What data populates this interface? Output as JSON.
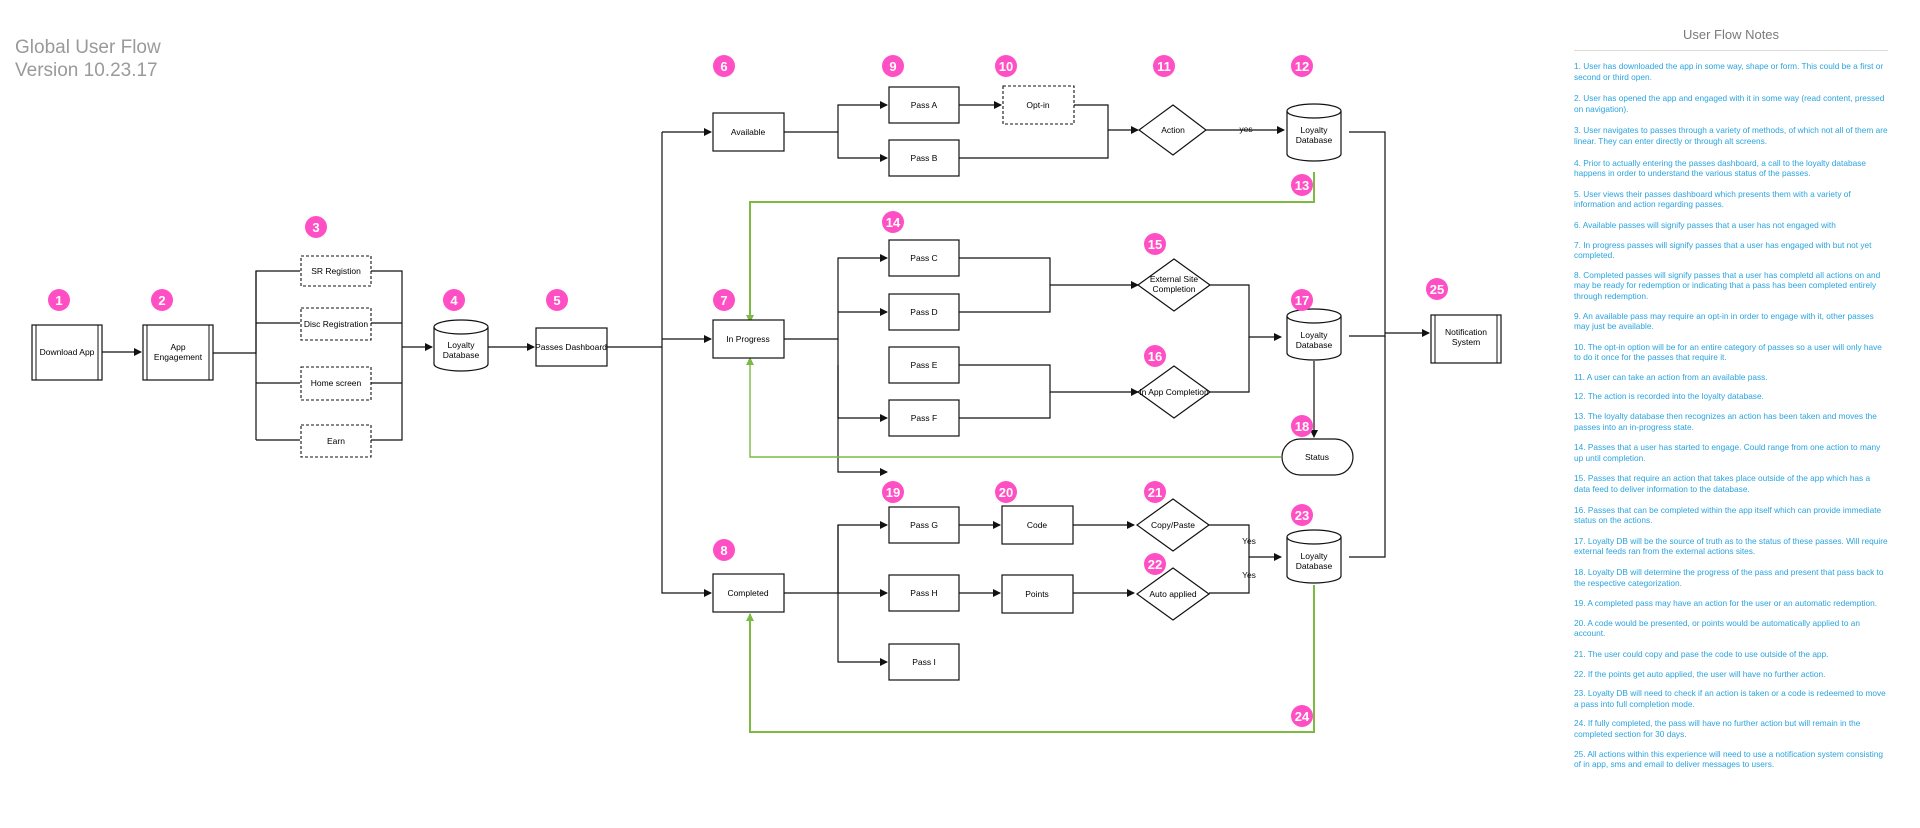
{
  "header": {
    "title": "Global User Flow",
    "version": "Version 10.23.17"
  },
  "colors": {
    "line": "#111111",
    "feedback": "#7dba43",
    "badge": "#ff4fc5",
    "note_text": "#2aa3dd",
    "title_text": "#9a9a9a"
  },
  "nodes": {
    "download_app": "Download App",
    "app_engagement": [
      "App",
      "Engagement"
    ],
    "sr_registration": "SR Registion",
    "disc_registration": "Disc Registration",
    "home_screen": "Home screen",
    "earn": "Earn",
    "loyalty_db_1": [
      "Loyalty",
      "Database"
    ],
    "passes_dashboard": "Passes Dashboard",
    "available": "Available",
    "in_progress": "In Progress",
    "completed": "Completed",
    "pass_a": "Pass A",
    "pass_b": "Pass B",
    "pass_c": "Pass C",
    "pass_d": "Pass D",
    "pass_e": "Pass E",
    "pass_f": "Pass F",
    "pass_g": "Pass G",
    "pass_h": "Pass H",
    "pass_i": "Pass I",
    "opt_in": "Opt-in",
    "action": "Action",
    "external_site": [
      "External Site",
      "Completion"
    ],
    "in_app_completion": "In App Completion",
    "copy_paste": "Copy/Paste",
    "auto_applied": "Auto applied",
    "code": "Code",
    "points": "Points",
    "loyalty_db_2": [
      "Loyalty",
      "Database"
    ],
    "loyalty_db_3": [
      "Loyalty",
      "Database"
    ],
    "loyalty_db_4": [
      "Loyalty",
      "Database"
    ],
    "status": "Status",
    "notification": [
      "Notification",
      "System"
    ]
  },
  "edge_labels": {
    "yes_action": "yes",
    "yes_copy": "Yes",
    "yes_auto": "Yes"
  },
  "badges": [
    "1",
    "2",
    "3",
    "4",
    "5",
    "6",
    "7",
    "8",
    "9",
    "10",
    "11",
    "12",
    "13",
    "14",
    "15",
    "16",
    "17",
    "18",
    "19",
    "20",
    "21",
    "22",
    "23",
    "24",
    "25"
  ],
  "notes": {
    "title": "User Flow Notes",
    "items": [
      "1. User has downloaded the app in some way, shape or form. This could be a first or second or third open.",
      "2. User has opened the app and engaged with it in some way (read content, pressed on navigation).",
      "3. User navigates to passes through a variety of methods, of which not all of them are linear. They can enter directly or through alt screens.",
      "4. Prior to actually entering the passes dashboard, a call to the loyalty database happens in order to understand the various status of the passes.",
      "5. User views their passes dashboard which presents them with a variety of information and action regarding passes.",
      "6. Available passes will signify passes that a user has not engaged with",
      "7. In progress passes will signify passes that a user has engaged with but not yet completed.",
      "8. Completed passes will signify passes that a user has completd all actions on and may be ready for redemption or indicating that a pass has been completed entirely through redemption.",
      "9. An available pass may require an opt-in in order to engage with it, other passes may just be available.",
      "10. The opt-in option will be for an entire category of passes so a user will only have to do it once for the passes that require it.",
      "11. A user can take an action from an available pass.",
      "12. The action is recorded into the loyalty database.",
      "13. The loyalty database then recognizes an action has been taken and moves the passes into an in-progress state.",
      "14. Passes that a user has started to engage. Could range from one action to many up until completion.",
      "15. Passes that require an action that takes place outside of the app which has a data feed to deliver information to the database.",
      "16. Passes that can be completed within the app itself which can provide immediate status on the actions.",
      "17. Loyalty DB will be the source of truth as to the status of these passes. Will require external feeds ran from the external actions sites.",
      "18. Loyalty DB will determine the progress of the pass and present that pass back to the respective categorization.",
      "19. A completed pass may have an action for the user or an automatic redemption.",
      "20. A code would be presented, or points would be automatically applied to an account.",
      "21. The user could copy and pase the code to use outside of the app.",
      "22. If the points get auto applied, the user will have no further action.",
      "23. Loyalty DB will need to check if an action is taken or a code is redeemed to move a pass into full completion mode.",
      "24. If fully completed, the pass will have no further action but will remain in the completed section for 30 days.",
      "25. All actions within this experience will need to use a notification system consisting of in app, sms and email to deliver messages to users."
    ]
  }
}
